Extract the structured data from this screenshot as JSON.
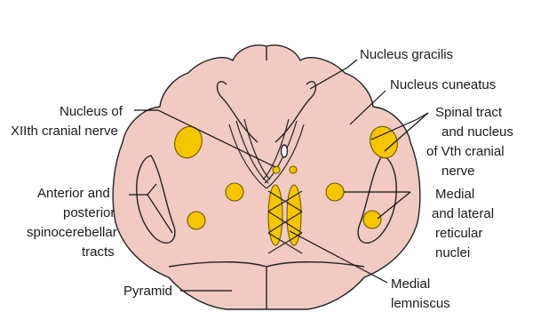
{
  "diagram": {
    "labels": {
      "nucleus_gracilis": "Nucleus gracilis",
      "nucleus_cuneatus": "Nucleus cuneatus",
      "spinal_tract_1": "Spinal tract",
      "spinal_tract_2": "and nucleus",
      "spinal_tract_3": "of Vth cranial",
      "spinal_tract_4": "nerve",
      "nucleus_xii_1": "Nucleus of",
      "nucleus_xii_2": "XIIth cranial nerve",
      "spinocerebellar_1": "Anterior and",
      "spinocerebellar_2": "posterior",
      "spinocerebellar_3": "spinocerebellar",
      "spinocerebellar_4": "tracts",
      "reticular_1": "Medial",
      "reticular_2": "and lateral",
      "reticular_3": "reticular",
      "reticular_4": "nuclei",
      "pyramid": "Pyramid",
      "medial_lemniscus_1": "Medial",
      "medial_lemniscus_2": "lemniscus"
    },
    "colors": {
      "tissue": "#f1cbc2",
      "nucleus": "#f5c500",
      "outline": "#222222",
      "canal": "#ffffff"
    }
  }
}
